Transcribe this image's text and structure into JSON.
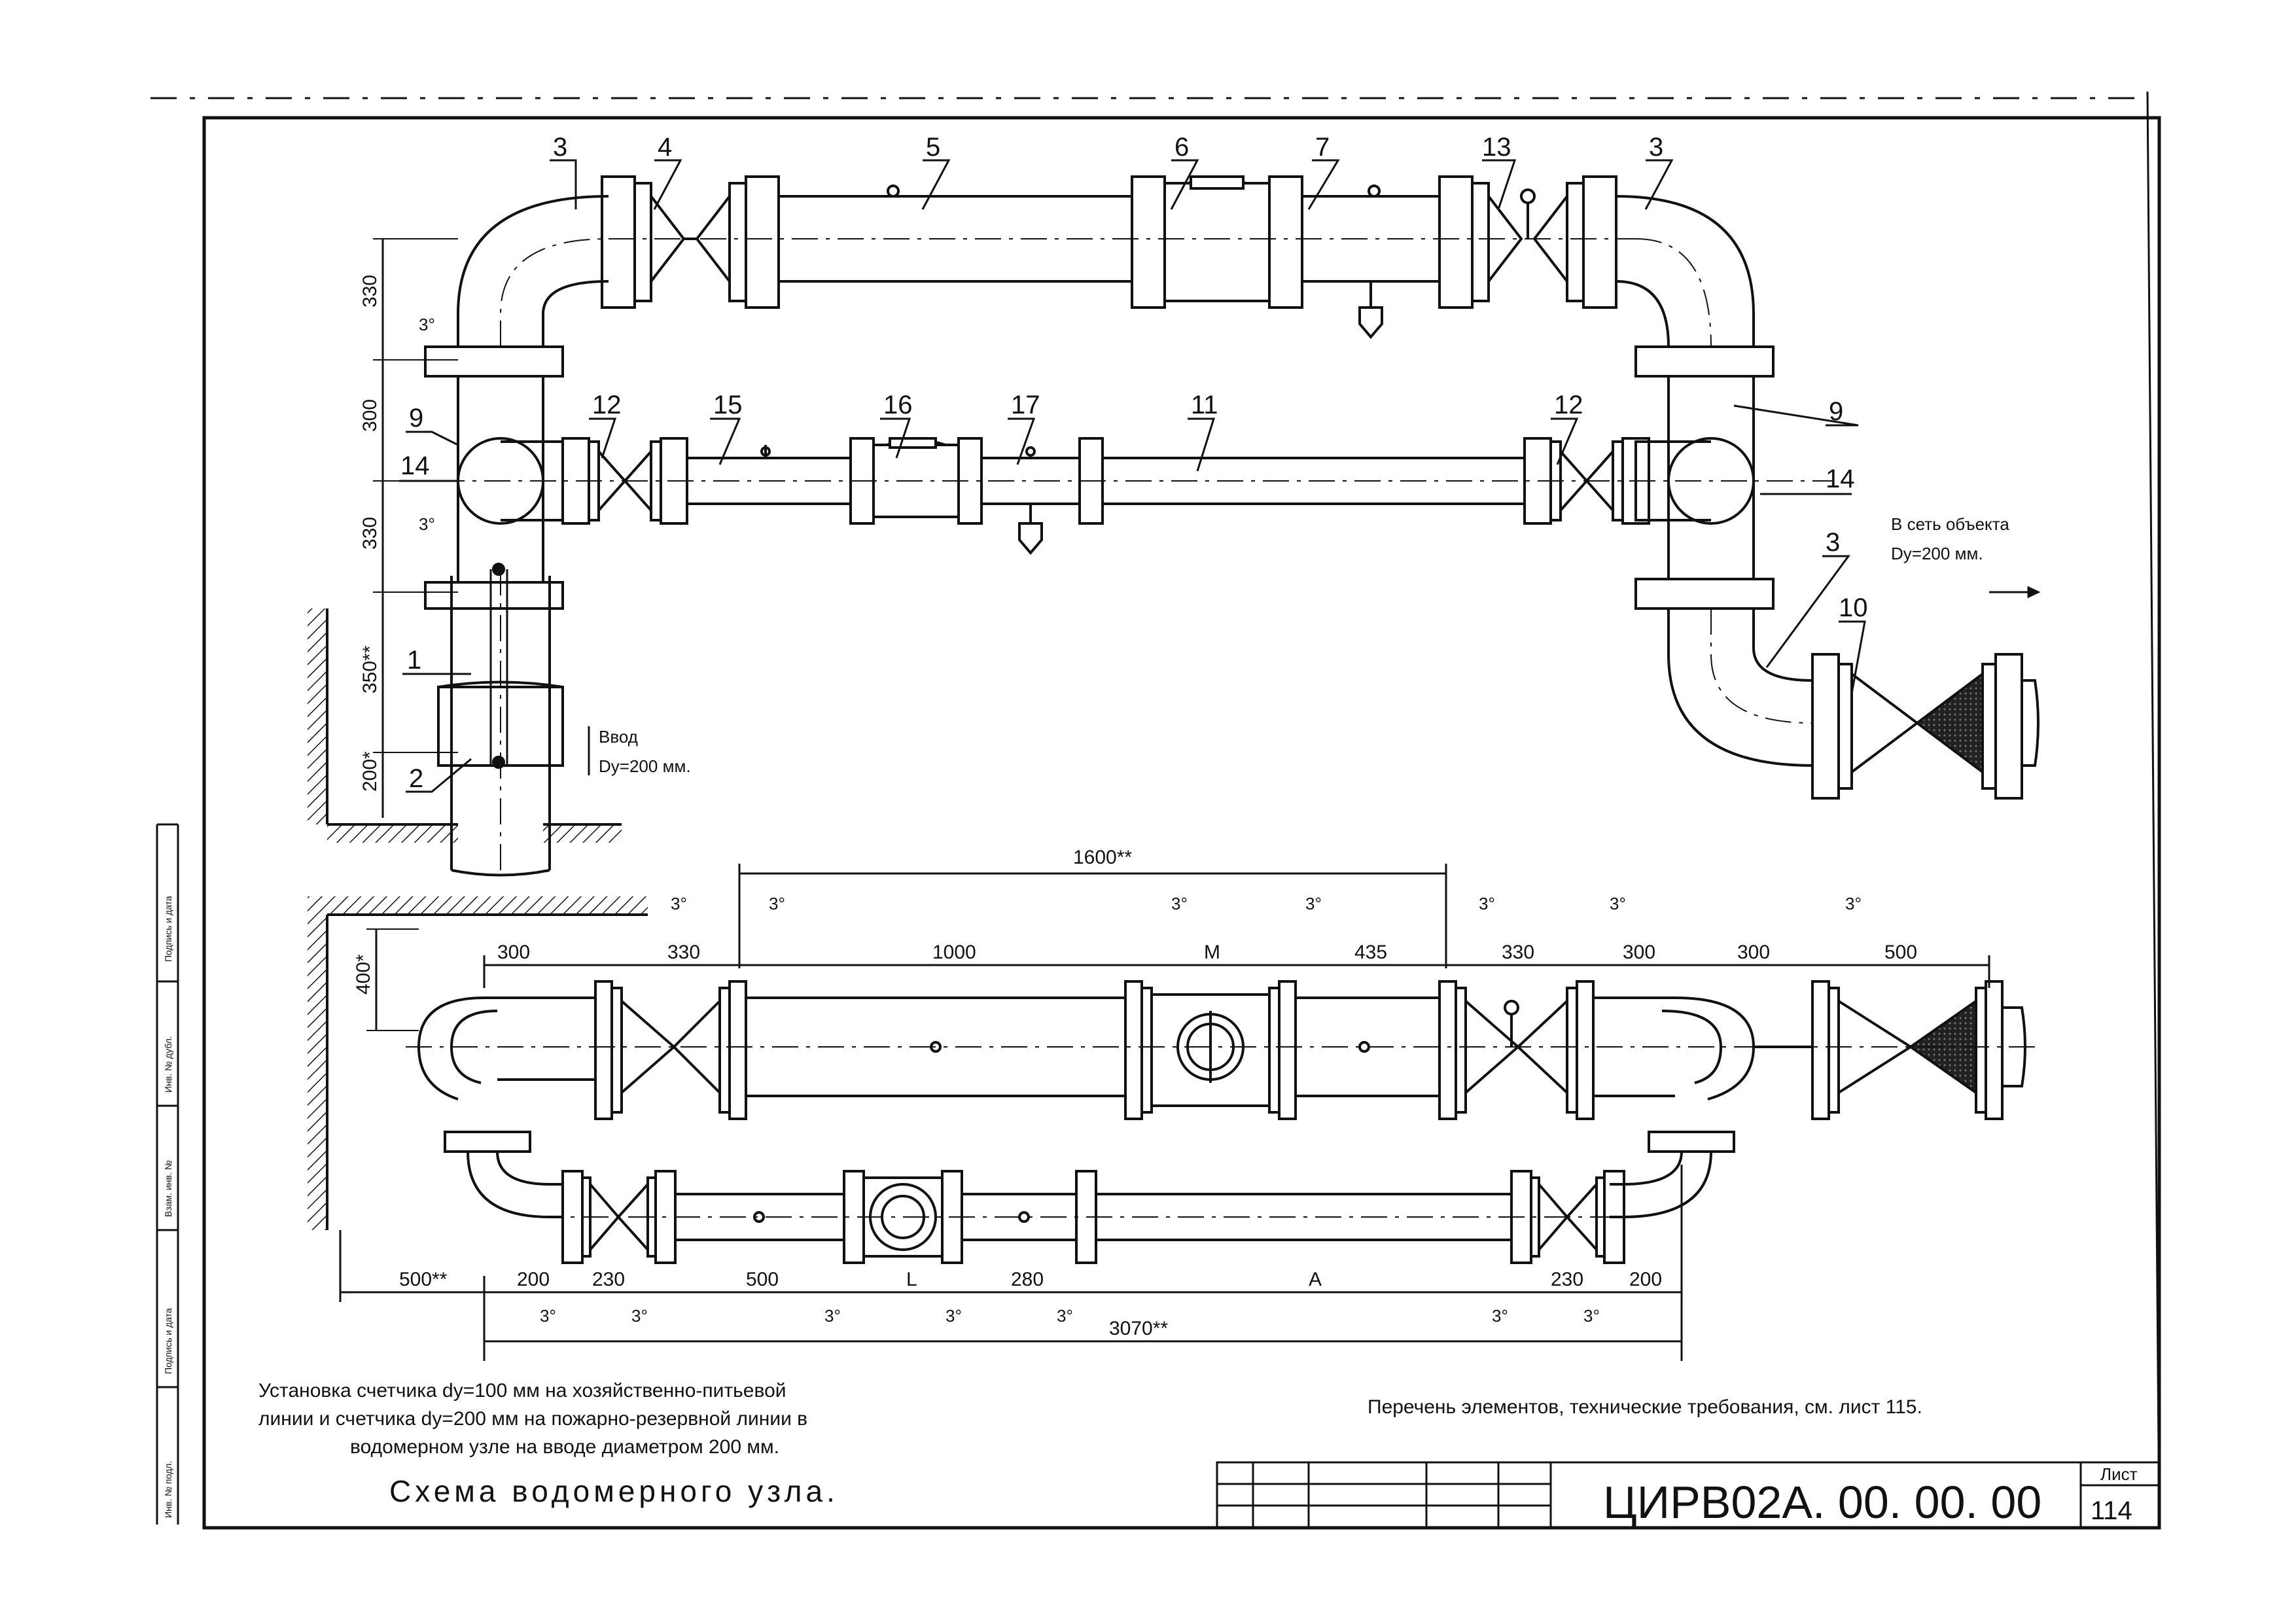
{
  "positions": {
    "p1": "1",
    "p2": "2",
    "p3a": "3",
    "p3b": "3",
    "p3c": "3",
    "p4": "4",
    "p5": "5",
    "p6": "6",
    "p7": "7",
    "p9a": "9",
    "p9b": "9",
    "p10": "10",
    "p11": "11",
    "p12a": "12",
    "p12b": "12",
    "p13": "13",
    "p14a": "14",
    "p14b": "14",
    "p15": "15",
    "p16": "16",
    "p17": "17"
  },
  "dims_left": {
    "d330a": "330",
    "d300": "300",
    "d330b": "330",
    "d350": "350**",
    "d200": "200*",
    "d400": "400*"
  },
  "angle_marks": {
    "a_mark": "3°"
  },
  "inlet": {
    "line1": "Ввод",
    "line2": "Dy=200 мм."
  },
  "outlet": {
    "line1": "В сеть объекта",
    "line2": "Dy=200 мм."
  },
  "plan_dims": {
    "top": [
      "300",
      "330",
      "1000",
      "M",
      "435",
      "330",
      "300",
      "300",
      "500"
    ],
    "overall_top": "1600**",
    "bottom": [
      "500**",
      "200",
      "230",
      "500",
      "L",
      "280",
      "A",
      "230",
      "200"
    ],
    "overall_bottom": "3070**"
  },
  "notes": {
    "caption1": "Установка счетчика dy=100 мм на хозяйственно-питьевой",
    "caption2": "линии и счетчика dy=200 мм на пожарно-резервной линии в",
    "caption3": "водомерном узле на вводе диаметром 200 мм.",
    "title": "Схема водомерного узла.",
    "reference": "Перечень элементов, технические требования, см. лист 115."
  },
  "stamp": {
    "code": "ЦИРВ02А. 00. 00. 00",
    "sheet_label": "Лист",
    "sheet_no": "114"
  },
  "side_strip": [
    "Подпись и дата",
    "Инв. № дубл.",
    "Взам. инв. №",
    "Подпись и дата",
    "Инв. № подл."
  ]
}
